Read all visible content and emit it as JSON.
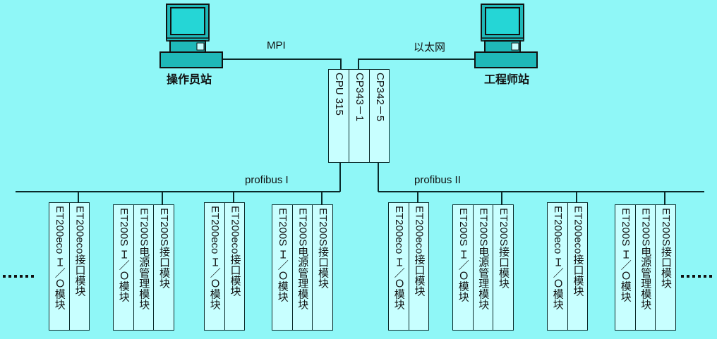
{
  "colors": {
    "background": "#8ff7f7",
    "module_fill": "#c8ffff",
    "line": "#0a2a2a",
    "pc_body": "#1fb8b8",
    "pc_screen": "#25d6d6"
  },
  "stations": {
    "operator": {
      "label": "操作员站",
      "icon": "computer-icon"
    },
    "engineer": {
      "label": "工程师站",
      "icon": "computer-icon"
    }
  },
  "links": {
    "mpi": "MPI",
    "ethernet": "以太网"
  },
  "controller_rack": {
    "slots": [
      "CPU 315",
      "CP343－1",
      "CP342－5"
    ]
  },
  "buses": {
    "bus1": "profibus I",
    "bus2": "profibus II"
  },
  "module_groups": [
    {
      "type": "eco",
      "slots": [
        "ET200eco Ｉ／Ｏ模块",
        "ET200eco接口模块"
      ]
    },
    {
      "type": "s",
      "slots": [
        "ET200S Ｉ／Ｏ模块",
        "ET200S电源管理模块",
        "ET200S接口模块"
      ]
    },
    {
      "type": "eco",
      "slots": [
        "ET200eco Ｉ／Ｏ模块",
        "ET200eco接口模块"
      ]
    },
    {
      "type": "s",
      "slots": [
        "ET200S Ｉ／Ｏ模块",
        "ET200S电源管理模块",
        "ET200S接口模块"
      ]
    },
    {
      "type": "eco",
      "slots": [
        "ET200eco Ｉ／Ｏ模块",
        "ET200eco接口模块"
      ]
    },
    {
      "type": "s",
      "slots": [
        "ET200S Ｉ／Ｏ模块",
        "ET200S电源管理模块",
        "ET200S接口模块"
      ]
    },
    {
      "type": "eco",
      "slots": [
        "ET200eco Ｉ／Ｏ模块",
        "ET200eco接口模块"
      ]
    },
    {
      "type": "s",
      "slots": [
        "ET200S Ｉ／Ｏ模块",
        "ET200S电源管理模块",
        "ET200S接口模块"
      ]
    }
  ],
  "continuation": {
    "left": "more-modules-left",
    "right": "more-modules-right"
  }
}
